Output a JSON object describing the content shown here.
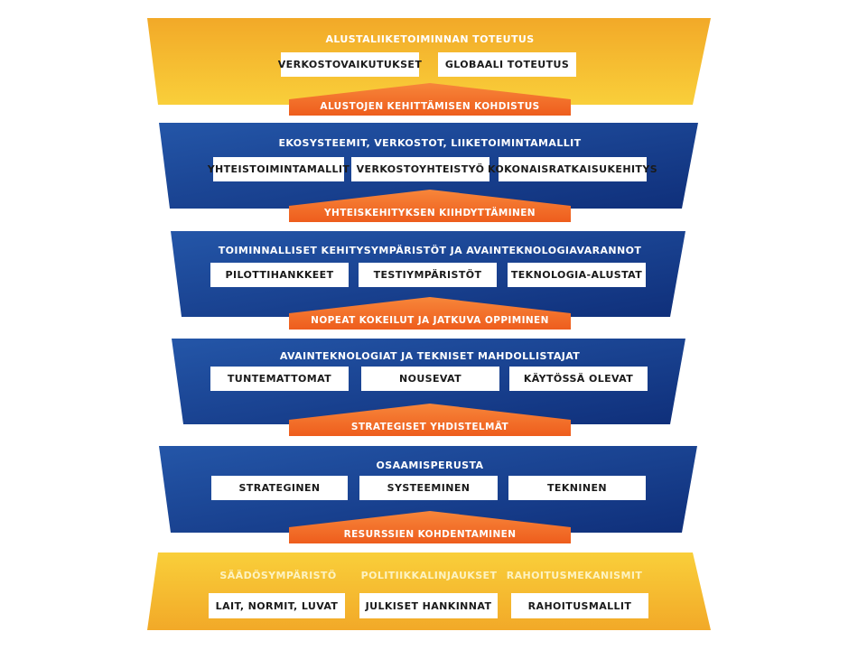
{
  "colors": {
    "gold_top": "#f2a928",
    "gold_bottom": "#f9cf3a",
    "blue_light": "#2456a8",
    "blue_dark": "#0f2f7a",
    "orange": "#ee5d1d",
    "orange_light": "#f7863a",
    "box_bg": "#ffffff"
  },
  "top": {
    "title": "ALUSTALIIKETOIMINNAN TOTEUTUS",
    "boxes": [
      "VERKOSTOVAIKUTUKSET",
      "GLOBAALI TOTEUTUS"
    ]
  },
  "connectors": [
    "ALUSTOJEN KEHITTÄMISEN KOHDISTUS",
    "YHTEISKEHITYKSEN KIIHDYTTÄMINEN",
    "NOPEAT KOKEILUT JA JATKUVA OPPIMINEN",
    "STRATEGISET YHDISTELMÄT",
    "RESURSSIEN KOHDENTAMINEN"
  ],
  "layers": [
    {
      "title": "EKOSYSTEEMIT, VERKOSTOT, LIIKETOIMINTAMALLIT",
      "boxes": [
        "YHTEISTOIMINTAMALLIT",
        "VERKOSTOYHTEISTYÖ",
        "KOKONAISRATKAISUKEHITYS"
      ]
    },
    {
      "title": "TOIMINNALLISET KEHITYSYMPÄRISTÖT JA AVAINTEKNOLOGIAVARANNOT",
      "boxes": [
        "PILOTTIHANKKEET",
        "TESTIYMPÄRISTÖT",
        "TEKNOLOGIA-ALUSTAT"
      ]
    },
    {
      "title": "AVAINTEKNOLOGIAT JA TEKNISET MAHDOLLISTAJAT",
      "boxes": [
        "TUNTEMATTOMAT",
        "NOUSEVAT",
        "KÄYTÖSSÄ OLEVAT"
      ]
    },
    {
      "title": "OSAAMISPERUSTA",
      "boxes": [
        "STRATEGINEN",
        "SYSTEEMINEN",
        "TEKNINEN"
      ]
    }
  ],
  "bottom": {
    "columns": [
      {
        "title": "SÄÄDÖSYMPÄRISTÖ",
        "box": "LAIT, NORMIT, LUVAT"
      },
      {
        "title": "POLITIIKKALINJAUKSET",
        "box": "JULKISET HANKINNAT"
      },
      {
        "title": "RAHOITUSMEKANISMIT",
        "box": "RAHOITUSMALLIT"
      }
    ]
  }
}
